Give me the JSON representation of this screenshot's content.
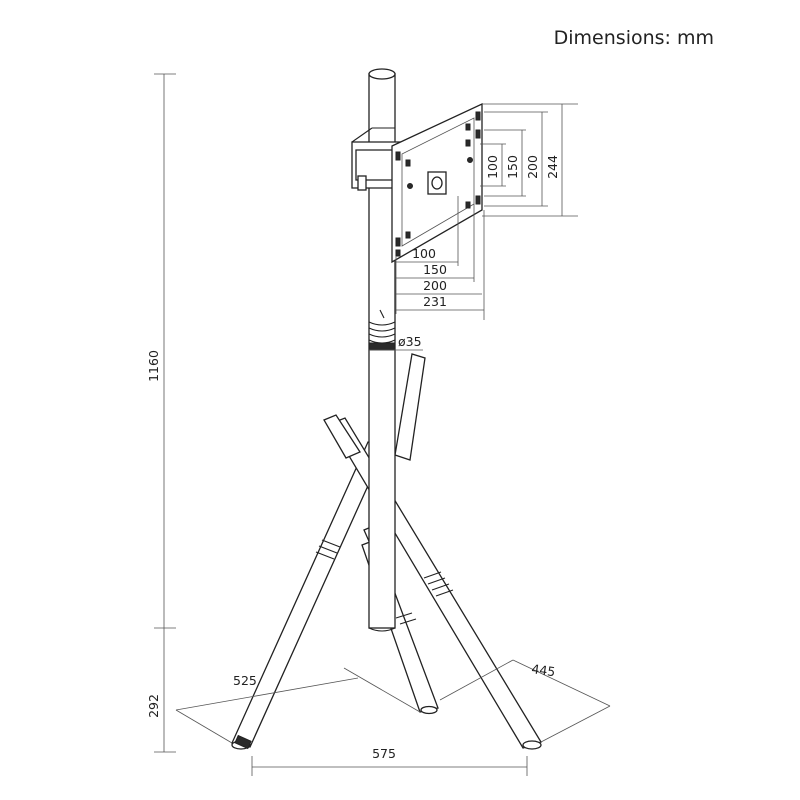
{
  "title": "Dimensions: mm",
  "dimensions": {
    "total_height": "1160",
    "base_height": "292",
    "base_width": "575",
    "leg_left": "525",
    "leg_right": "445",
    "pole_diameter": "ø35",
    "vesa_horizontal": [
      "100",
      "150",
      "200",
      "231"
    ],
    "vesa_vertical": [
      "100",
      "150",
      "200",
      "244"
    ]
  }
}
